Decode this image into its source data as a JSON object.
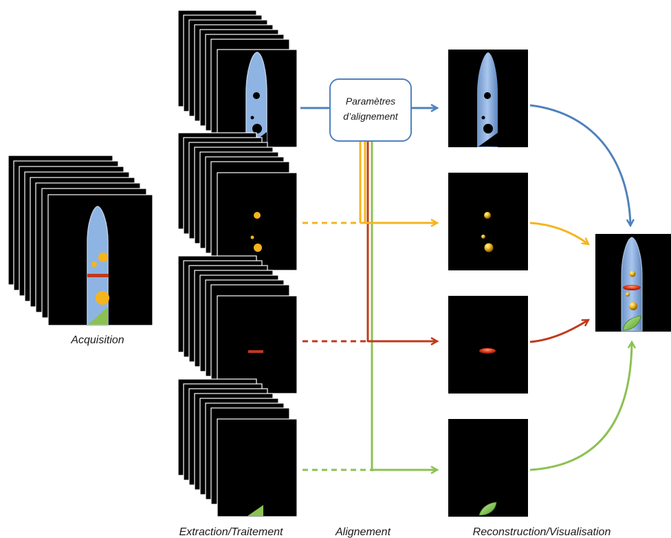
{
  "labels": {
    "acquisition": "Acquisition",
    "extraction": "Extraction/Traitement",
    "alignment": "Alignement",
    "reconstruction": "Reconstruction/Visualisation",
    "params_line1": "Paramètres",
    "params_line2": "d’alignement"
  },
  "colors": {
    "blue": "#4f81bd",
    "orange": "#f5b41e",
    "red": "#c0391b",
    "green": "#8cc152",
    "tube_fill": "#8eb4e3",
    "tube_stroke": "#b9cde5",
    "stack_fill": "#000000",
    "stack_stroke": "#ffffff"
  },
  "channels": [
    "tube",
    "particles",
    "band",
    "tip"
  ]
}
